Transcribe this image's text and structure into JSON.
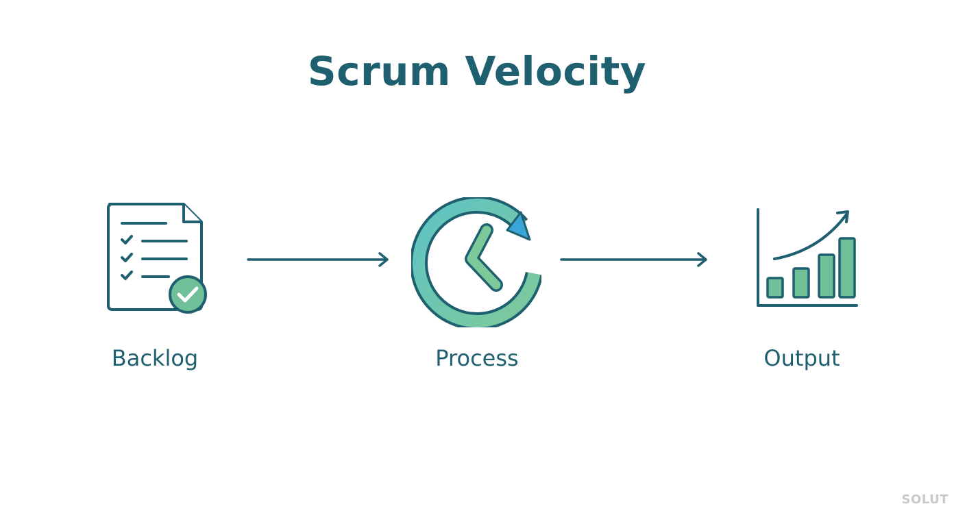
{
  "title": "Scrum Velocity",
  "nodes": [
    {
      "label": "Backlog",
      "icon": "document-checklist-icon"
    },
    {
      "label": "Process",
      "icon": "clock-cycle-icon"
    },
    {
      "label": "Output",
      "icon": "bar-chart-growth-icon"
    }
  ],
  "watermark": "SOLUT",
  "colors": {
    "primary": "#1e5f70",
    "accent_green": "#6fbf98",
    "accent_teal": "#5fc4c4",
    "arrowhead_blue": "#3aa6d8"
  }
}
